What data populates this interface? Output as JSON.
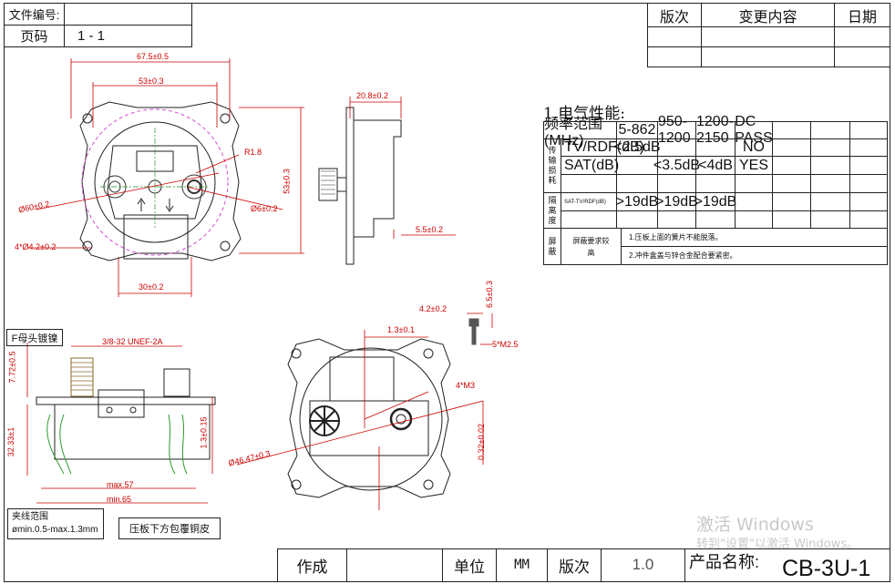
{
  "header": {
    "file_no_label": "文件编号:",
    "page_label": "页码",
    "page_value": "1 - 1"
  },
  "revision_table": {
    "col_version": "版次",
    "col_change": "变更内容",
    "col_date": "日期"
  },
  "section_title": "1.电气性能:",
  "spec_table": {
    "freq_header": "频率范围(MHz)",
    "freq_cols": [
      "5-862",
      "950-1200",
      "1200-2150",
      "DC PASS"
    ],
    "loss_group": "传输损耗",
    "rows": [
      {
        "label": "TV/RDF(dB)",
        "values": [
          "<2.5dB",
          "",
          "",
          "NO"
        ]
      },
      {
        "label": "SAT(dB)",
        "values": [
          "",
          "<3.5dB",
          "<4dB",
          "YES"
        ]
      }
    ],
    "isolation_group": "隔离度",
    "isolation_row": {
      "label": "SAT-TV/RDF(dB)",
      "values": [
        ">19dB",
        ">19dB",
        ">19dB",
        ""
      ]
    },
    "shield_group": "屏蔽",
    "shield_label": "屏蔽要求较高",
    "shield_notes": [
      "1.压板上面的簧片不能脱落。",
      "2.冲件盒盖与锌合金配合要紧密。"
    ]
  },
  "dimensions": {
    "top_width": "67.5±0.5",
    "inner_width": "53±0.3",
    "radius": "R1.8",
    "circle_dia": "Ø60±0.2",
    "hole_dia": "Ø6±0.2",
    "height": "53±0.3",
    "mount_holes": "4*Ø4.2±0.2",
    "bottom_width": "30±0.2",
    "side_depth": "20.8±0.2",
    "side_small": "5.5±0.2",
    "thread": "3/8-32 UNEF-2A",
    "f_thread_height": "7.72±0.5",
    "body_height": "32.33±1",
    "right_height": "1.3±0.15",
    "max_width": "max.57",
    "min_width": "min.65",
    "screw_top": "4.2±0.2",
    "screw_len": "6.5±0.3",
    "offset": "1.3±0.1",
    "screw_spec": "5*M2.5",
    "screw_count": "4*M3",
    "bottom_dia": "Ø46.47±0.3",
    "bottom_height": "0.32±0.02"
  },
  "callouts": {
    "f_female": "F母头镀镍",
    "clamp_range_title": "夹线范围",
    "clamp_range_value": "ømin.0.5-max.1.3mm",
    "press_plate": "压板下方包覆铜皮"
  },
  "title_block": {
    "made_by": "作成",
    "unit_label": "单位",
    "unit_value": "MM",
    "version_label": "版次",
    "version_value": "1.0",
    "product_label": "产品名称:",
    "product_value": "CB-3U-1"
  },
  "watermark": {
    "line1": "激活 Windows",
    "line2": "转到\"设置\"以激活 Windows。"
  }
}
